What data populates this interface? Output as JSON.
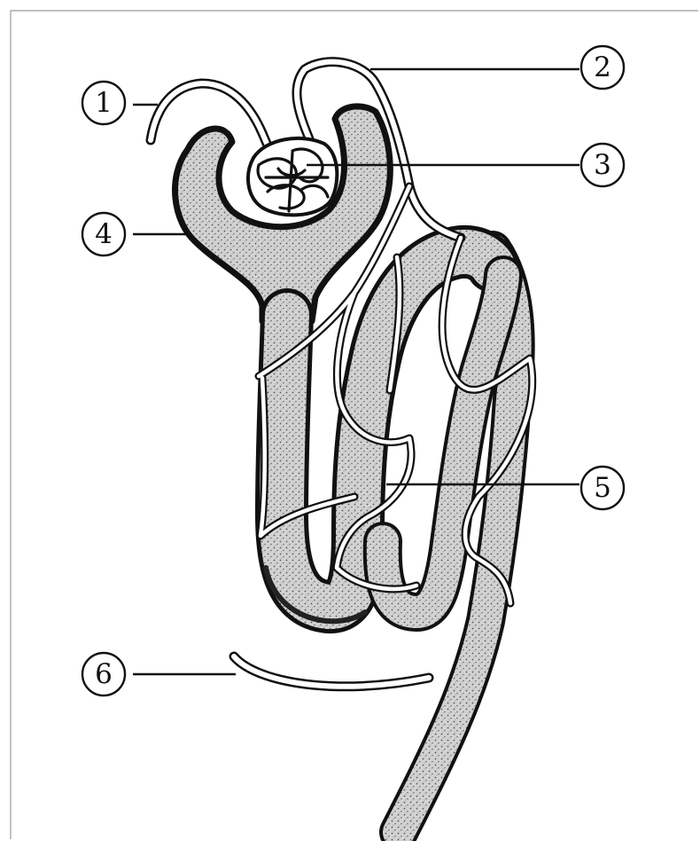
{
  "diagram": {
    "labels": [
      {
        "id": "1",
        "text": "1"
      },
      {
        "id": "2",
        "text": "2"
      },
      {
        "id": "3",
        "text": "3"
      },
      {
        "id": "4",
        "text": "4"
      },
      {
        "id": "5",
        "text": "5"
      },
      {
        "id": "6",
        "text": "6"
      }
    ]
  },
  "colors": {
    "ink": "#111111",
    "stipple_fill": "#d2d2d2",
    "background": "#ffffff",
    "frame": "#9a9a9a"
  }
}
